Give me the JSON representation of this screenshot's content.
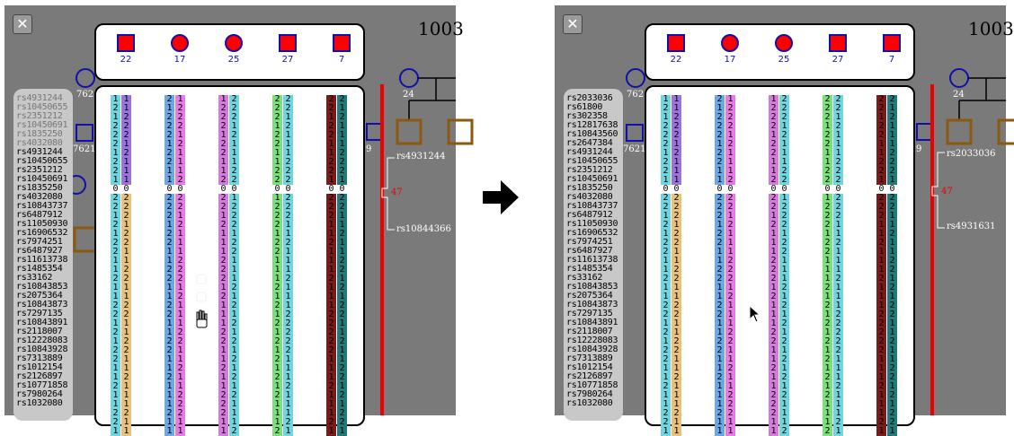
{
  "before": {
    "close_glyph": "✕",
    "family_id": "1003",
    "pedigree_labels": [
      "762",
      "7621",
      "24",
      "9"
    ],
    "faded_snps": [
      "rs4931244",
      "rs10450655",
      "rs2351212",
      "rs10450691",
      "rs1835250",
      "rs4032080"
    ],
    "snps": [
      "rs4931244",
      "rs10450655",
      "rs2351212",
      "rs10450691",
      "rs1835250",
      "rs4032080",
      "rs10843737",
      "rs6487912",
      "rs11050930",
      "rs16906532",
      "rs7974251",
      "rs6487927",
      "rs11613738",
      "rs1485354",
      "rs33162",
      "rs10843853",
      "rs2075364",
      "rs10843873",
      "rs7297135",
      "rs10843891",
      "rs2118007",
      "rs12228083",
      "rs10843928",
      "rs7313889",
      "rs1012154",
      "rs2126897",
      "rs10771858",
      "rs7980264",
      "rs1032080"
    ],
    "marker_position": "47",
    "bracket_top_label": "rs4931244",
    "bracket_bottom_label": "rs10844366"
  },
  "after": {
    "close_glyph": "✕",
    "family_id": "1003",
    "pedigree_labels": [
      "762",
      "7621",
      "24",
      "9"
    ],
    "snps": [
      "rs2033036",
      "rs61800",
      "rs302358",
      "rs12817638",
      "rs10843560",
      "rs2647384",
      "rs4931244",
      "rs10450655",
      "rs2351212",
      "rs10450691",
      "rs1835250",
      "rs4032080",
      "rs10843737",
      "rs6487912",
      "rs11050930",
      "rs16906532",
      "rs7974251",
      "rs6487927",
      "rs11613738",
      "rs1485354",
      "rs33162",
      "rs10843853",
      "rs2075364",
      "rs10843873",
      "rs7297135",
      "rs10843891",
      "rs2118007",
      "rs12228083",
      "rs10843928",
      "rs7313889",
      "rs1012154",
      "rs2126897",
      "rs10771858",
      "rs7980264",
      "rs1032080"
    ],
    "marker_position": "47",
    "bracket_top_label": "rs2033036",
    "bracket_bottom_label": "rs4931631"
  },
  "individuals": [
    {
      "id": "22",
      "shape": "square"
    },
    {
      "id": "17",
      "shape": "circle"
    },
    {
      "id": "25",
      "shape": "circle"
    },
    {
      "id": "27",
      "shape": "square"
    },
    {
      "id": "7",
      "shape": "square"
    }
  ],
  "haplotype_colors": {
    "cyan": "#6fd6e0",
    "purple": "#9b72e0",
    "orange": "#e8c27a",
    "blue": "#6aa8e8",
    "pink": "#e87ae8",
    "magenta": "#d77ae0",
    "green": "#7ae07a",
    "maroon": "#7a1a1a",
    "teal": "#1f7a7a",
    "red_marker": "#e00000",
    "symbol_red": "#ff0000",
    "symbol_border": "#1111aa"
  }
}
